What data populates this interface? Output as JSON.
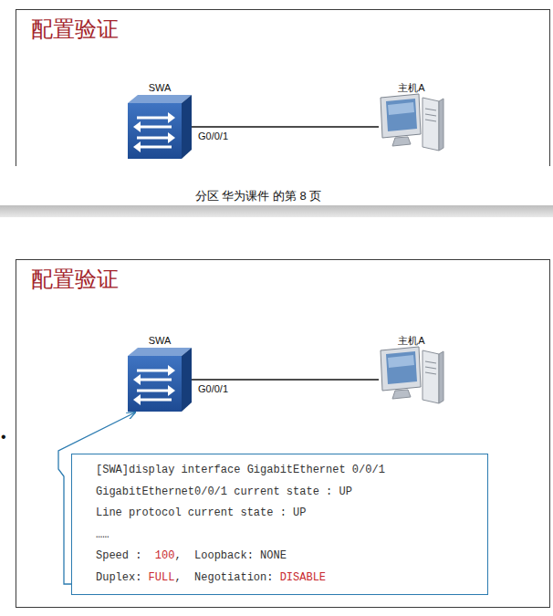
{
  "diagram": {
    "nodes": [
      {
        "text": [
          "配置验证"
        ]
      },
      {
        "text": [
          "SWA"
        ],
        "in": 0
      },
      {
        "text": [
          "主机A"
        ],
        "in": 0
      },
      {
        "text": [
          "配置验证"
        ]
      },
      {
        "text": [
          "SWA"
        ],
        "in": 3
      },
      {
        "text": [
          "主机A"
        ],
        "in": 3
      },
      {
        "text": [
          "[SWA]display interface GigabitEthernet 0/0/1",
          "GigabitEthernet0/0/1 current state : UP",
          "Line protocol current state : UP",
          "……",
          "Speed :  ",
          "100",
          ",  Loopback: NONE",
          "Duplex: ",
          "FULL",
          ",  Negotiation: ",
          "DISABLE"
        ],
        "in": 3
      }
    ],
    "edges": [
      {
        "from": 1,
        "to": 2,
        "arrow": "none",
        "label": "G0/0/1"
      },
      {
        "from": 4,
        "to": 5,
        "arrow": "none",
        "label": "G0/0/1"
      },
      {
        "from": 6,
        "to": 4,
        "arrow": "to"
      }
    ],
    "labels": [
      "分区 华为课件 的第 8 页",
      "•"
    ]
  }
}
